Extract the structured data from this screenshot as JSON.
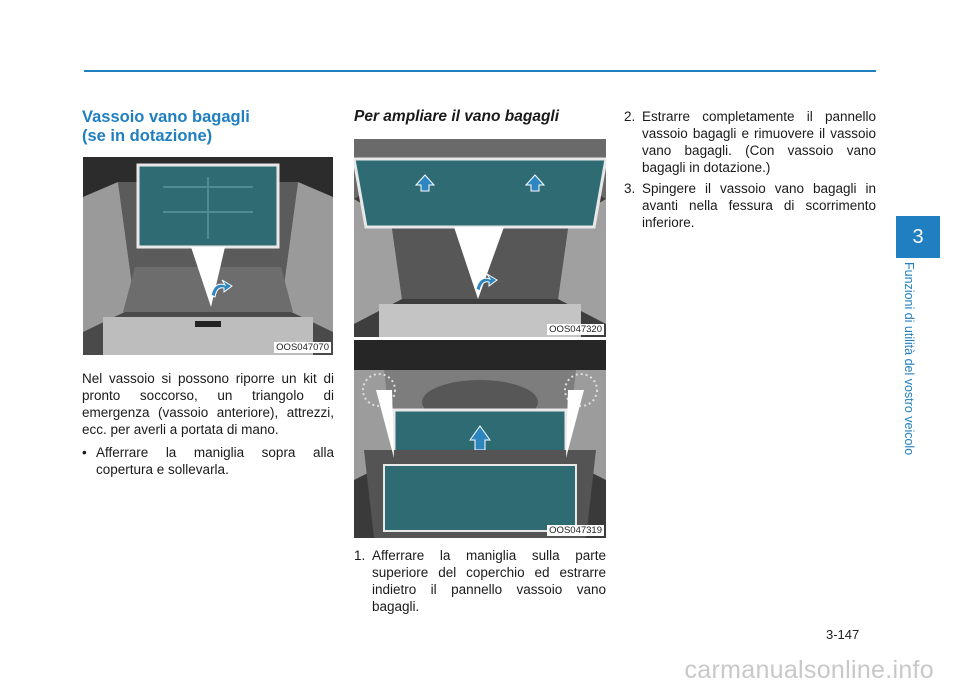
{
  "section": {
    "heading_line1": "Vassoio vano bagagli",
    "heading_line2": "(se in dotazione)",
    "paragraph": "Nel vassoio si possono riporre un kit di pronto soccorso, un triangolo di emergenza (vassoio anteriore), attrezzi, ecc. per averli a portata di mano.",
    "bullet_mark": "•",
    "bullet": "Afferrare la maniglia sopra alla copertura e sollevarla."
  },
  "expand": {
    "subheading": "Per ampliare il vano bagagli",
    "steps": [
      {
        "num": "1.",
        "text": "Afferrare la maniglia sulla parte superiore del coperchio ed estrarre indietro il pannello vassoio vano bagagli."
      },
      {
        "num": "2.",
        "text": "Estrarre completamente il pannello vassoio bagagli e rimuovere il vassoio vano bagagli. (Con vassoio vano bagagli in dotazione.)"
      },
      {
        "num": "3.",
        "text": "Spingere il vassoio vano bagagli in avanti nella fessura di scorrimento inferiore."
      }
    ]
  },
  "figures": {
    "fig1_code": "OOS047070",
    "fig2_code": "OOS047320",
    "fig3_code": "OOS047319"
  },
  "sidebar": {
    "chapter_number": "3",
    "chapter_title": "Funzioni di utilità del vostro veicolo"
  },
  "footer": {
    "page_number": "3-147",
    "watermark": "carmanualsonline.info"
  },
  "colors": {
    "accent": "#1f7fc1",
    "teal_panel": "#2f6b73",
    "arrow_blue": "#2e86c1"
  }
}
